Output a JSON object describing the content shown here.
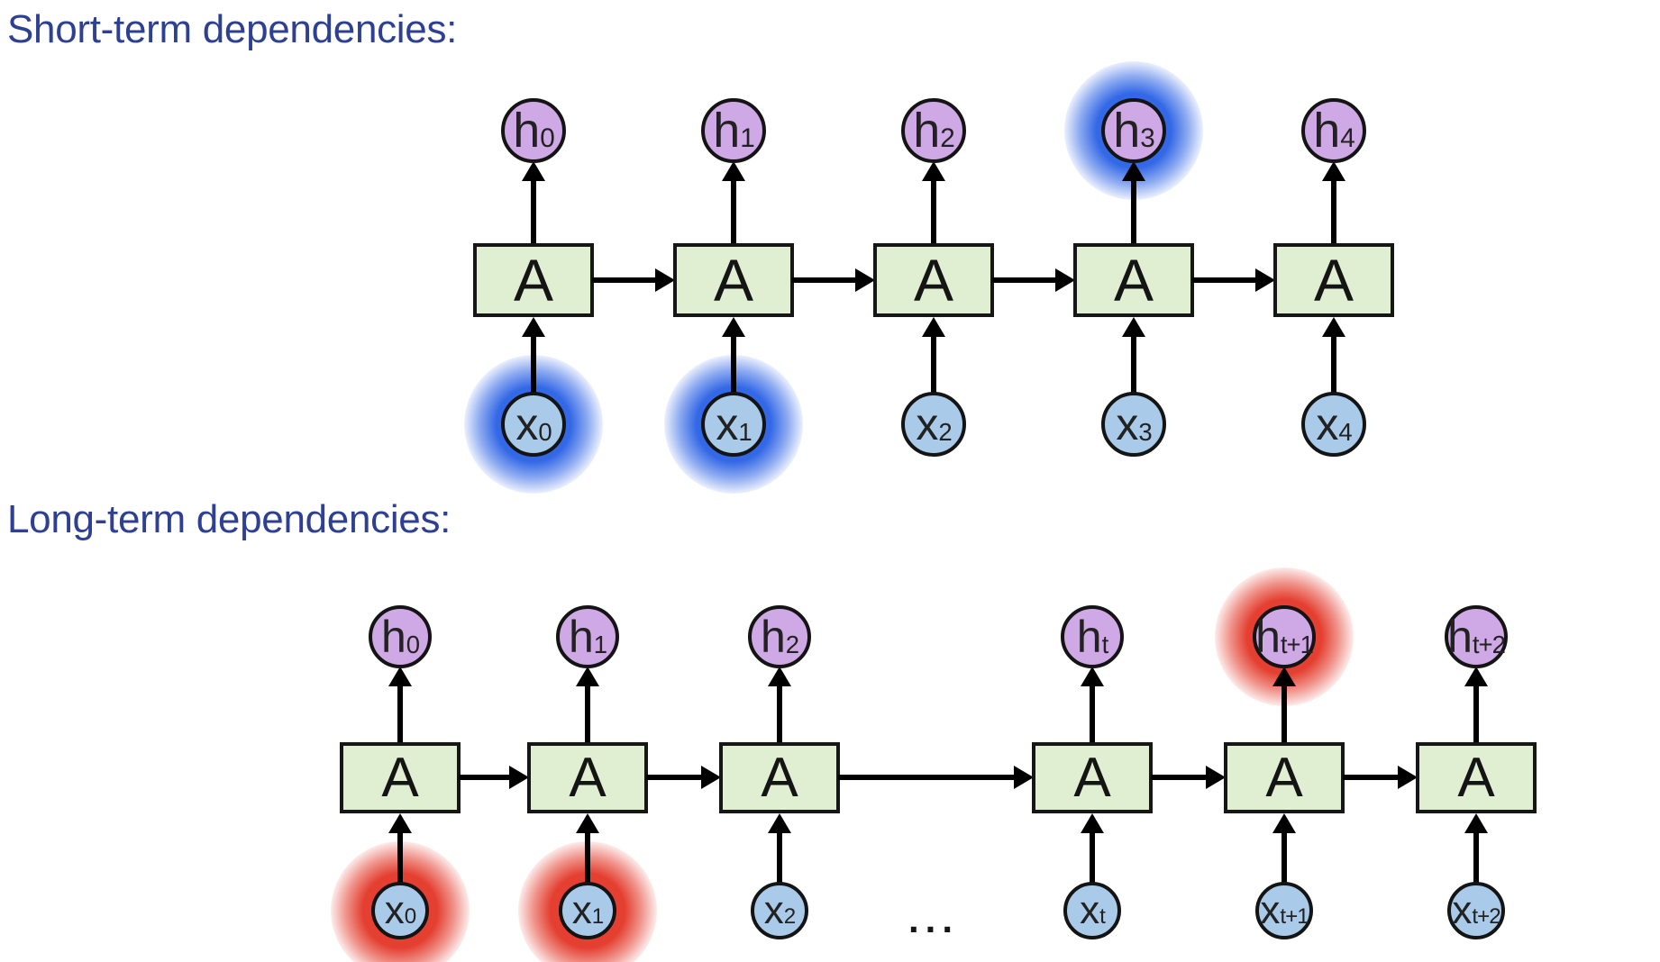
{
  "colors": {
    "title_text": "#2e4093",
    "box_fill": "#e0efd1",
    "box_border": "#161616",
    "h_node_fill": "#cfa8e6",
    "x_node_fill": "#a9cbe9",
    "node_border": "#141414",
    "arrow": "#000000",
    "highlight_blue_glow": "#2c63e5",
    "highlight_red_glow": "#e33929"
  },
  "sections": [
    {
      "title": "Short-term dependencies:",
      "box_label": "A",
      "ellipsis": null,
      "columns": [
        {
          "h": {
            "base": "h",
            "sub": "0",
            "glow": null
          },
          "x": {
            "base": "x",
            "sub": "0",
            "glow": "blue"
          }
        },
        {
          "h": {
            "base": "h",
            "sub": "1",
            "glow": null
          },
          "x": {
            "base": "x",
            "sub": "1",
            "glow": "blue"
          }
        },
        {
          "h": {
            "base": "h",
            "sub": "2",
            "glow": null
          },
          "x": {
            "base": "x",
            "sub": "2",
            "glow": null
          }
        },
        {
          "h": {
            "base": "h",
            "sub": "3",
            "glow": "blue"
          },
          "x": {
            "base": "x",
            "sub": "3",
            "glow": null
          }
        },
        {
          "h": {
            "base": "h",
            "sub": "4",
            "glow": null
          },
          "x": {
            "base": "x",
            "sub": "4",
            "glow": null
          }
        }
      ]
    },
    {
      "title": "Long-term dependencies:",
      "box_label": "A",
      "ellipsis": "...",
      "columns": [
        {
          "h": {
            "base": "h",
            "sub": "0",
            "glow": null
          },
          "x": {
            "base": "x",
            "sub": "0",
            "glow": "red"
          }
        },
        {
          "h": {
            "base": "h",
            "sub": "1",
            "glow": null
          },
          "x": {
            "base": "x",
            "sub": "1",
            "glow": "red"
          }
        },
        {
          "h": {
            "base": "h",
            "sub": "2",
            "glow": null
          },
          "x": {
            "base": "x",
            "sub": "2",
            "glow": null
          }
        },
        {
          "h": {
            "base": "h",
            "sub": "t",
            "glow": null
          },
          "x": {
            "base": "x",
            "sub": "t",
            "glow": null
          }
        },
        {
          "h": {
            "base": "h",
            "sub": "t+1",
            "glow": "red"
          },
          "x": {
            "base": "x",
            "sub": "t+1",
            "glow": null
          }
        },
        {
          "h": {
            "base": "h",
            "sub": "t+2",
            "glow": null
          },
          "x": {
            "base": "x",
            "sub": "t+2",
            "glow": null
          }
        }
      ]
    }
  ]
}
